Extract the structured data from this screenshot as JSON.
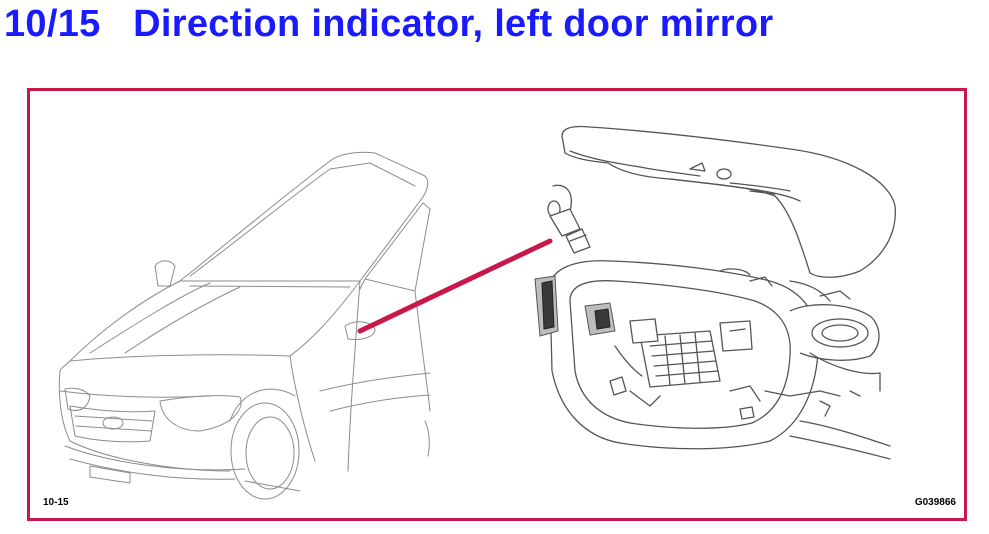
{
  "title": "10/15   Direction indicator, left door mirror",
  "figure_number": "10-15",
  "drawing_code": "G039866",
  "colors": {
    "title": "#1a1aff",
    "frame_border": "#c8184a",
    "leader_line": "#c8184a"
  }
}
